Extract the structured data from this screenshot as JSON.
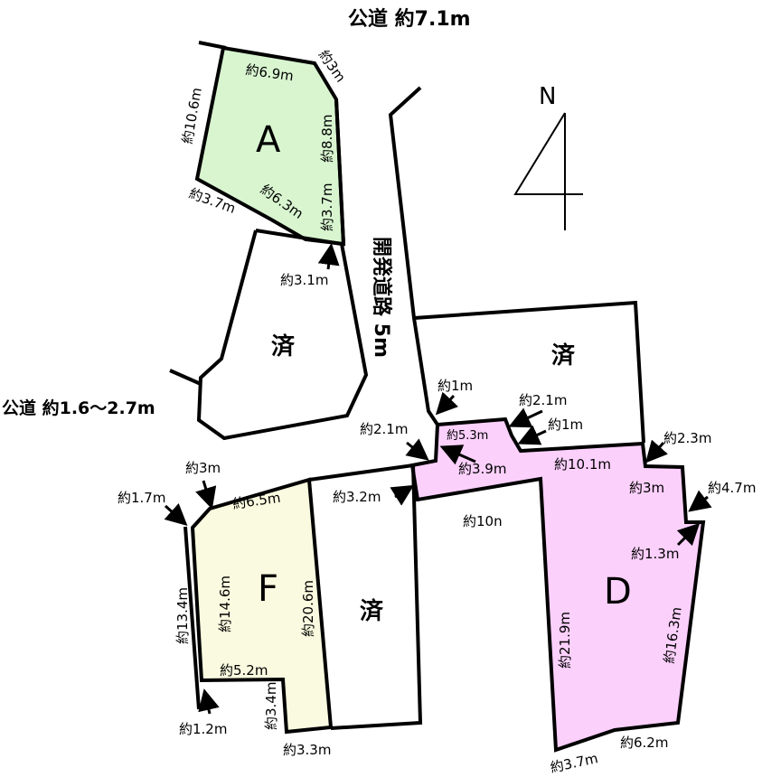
{
  "colors": {
    "lot_a": "#d8f5d0",
    "lot_d": "#fbd0fb",
    "lot_f": "#f9fadf"
  },
  "labels": {
    "road_top": "公道 約7.1m",
    "road_left": "公道 約1.6〜2.7m",
    "dev_road": "開発道路 5m",
    "north": "N",
    "lot_a": "A",
    "lot_d": "D",
    "lot_f": "F",
    "sold": "済",
    "a_top": "約6.9m",
    "a_ne": "約3m",
    "a_left": "約10.6m",
    "a_right1": "約8.8m",
    "a_right2": "約3.7m",
    "a_sw": "約3.7m",
    "a_s": "約6.3m",
    "a_bottom": "約3.1m",
    "d_1m": "約1m",
    "d_21": "約2.1m",
    "d_1m2": "約1m",
    "d_53": "約5.3m",
    "d_39": "約3.9m",
    "d_101": "約10.1m",
    "d_23": "約2.3m",
    "d_3m": "約3m",
    "d_47": "約4.7m",
    "d_13": "約1.3m",
    "d_219": "約21.9m",
    "d_163": "約16.3m",
    "d_37": "約3.7m",
    "d_62": "約6.2m",
    "d_10": "約10n",
    "d_21b": "約2.1m",
    "m_32": "約3.2m",
    "f_3m": "約3m",
    "f_17": "約1.7m",
    "f_65": "約6.5m",
    "f_134": "約13.4m",
    "f_146": "約14.6m",
    "f_206": "約20.6m",
    "f_52": "約5.2m",
    "f_12": "約1.2m",
    "f_34": "約3.4m",
    "f_33": "約3.3m"
  }
}
